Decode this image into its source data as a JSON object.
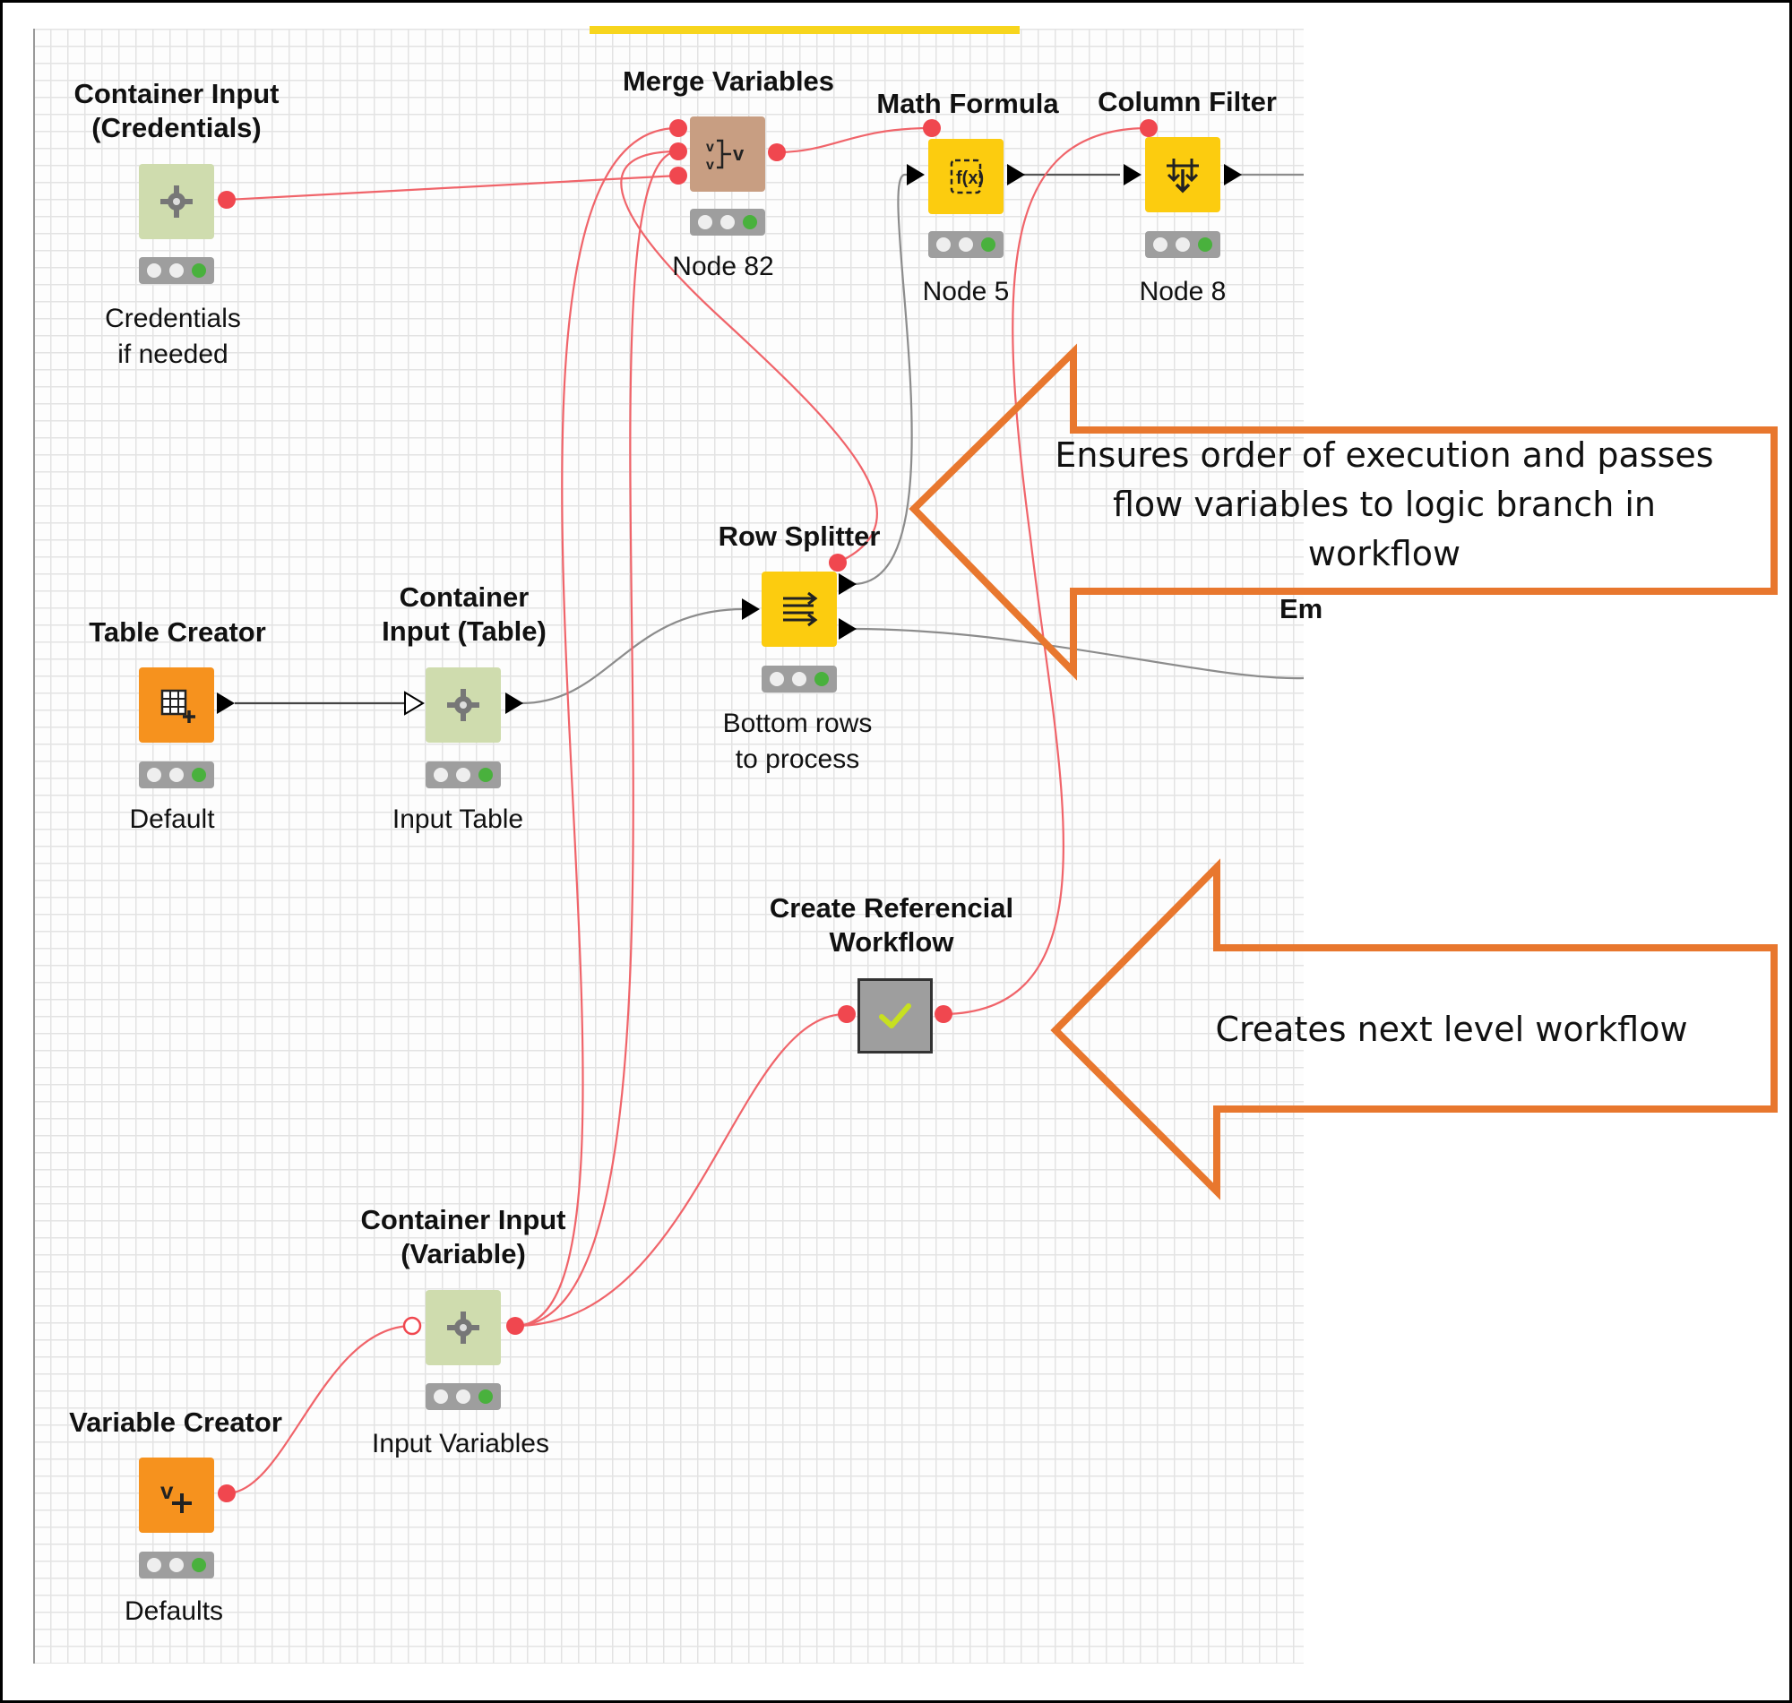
{
  "nodes": {
    "credentials": {
      "title": "Container Input\n(Credentials)",
      "label": "Credentials\nif needed",
      "icon": "gear-icon"
    },
    "merge_variables": {
      "title": "Merge Variables",
      "label": "Node 82",
      "icon": "merge-variables-icon"
    },
    "math_formula": {
      "title": "Math Formula",
      "label": "Node 5",
      "icon": "formula-icon"
    },
    "column_filter": {
      "title": "Column Filter",
      "label": "Node 8",
      "icon": "column-filter-icon"
    },
    "row_splitter": {
      "title": "Row Splitter",
      "label": "Bottom rows\nto process",
      "icon": "row-splitter-icon"
    },
    "table_creator": {
      "title": "Table Creator",
      "label": "Default",
      "icon": "table-icon"
    },
    "container_table": {
      "title": "Container\nInput (Table)",
      "label": "Input Table",
      "icon": "gear-icon"
    },
    "create_ref_workflow": {
      "title": "Create Referencial\nWorkflow",
      "label": "",
      "icon": "checkmark-icon"
    },
    "container_variable": {
      "title": "Container Input\n(Variable)",
      "label": "Input Variables",
      "icon": "gear-icon"
    },
    "variable_creator": {
      "title": "Variable Creator",
      "label": "Defaults",
      "icon": "variable-plus-icon"
    }
  },
  "partial_node_title": "Em",
  "callouts": {
    "order": "Ensures order of execution and passes flow variables to logic branch in workflow",
    "create": "Creates next level workflow"
  },
  "colors": {
    "flow_variable_wire": "#f0646a",
    "data_wire": "#8c8c8c",
    "callout_border": "#e8772e",
    "selection": "#f7d51d",
    "status_ok": "#49b13d"
  }
}
